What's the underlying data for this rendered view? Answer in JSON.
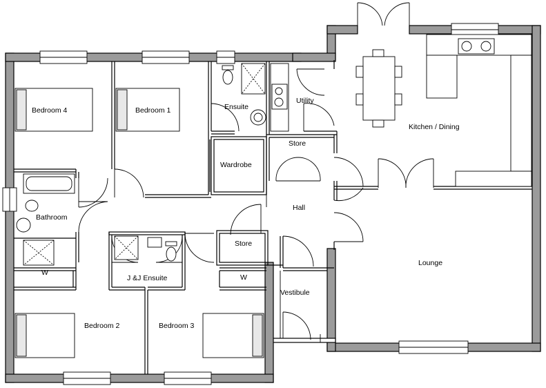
{
  "rooms": {
    "bedroom4": "Bedroom 4",
    "bedroom1": "Bedroom 1",
    "ensuite": "Ensuite",
    "utility": "Utility",
    "kitchen_dining": "Kitchen / Dining",
    "store_upper": "Store",
    "wardrobe": "Wardrobe",
    "bathroom": "Bathroom",
    "hall": "Hall",
    "store_lower": "Store",
    "jj_ensuite": "J &J Ensuite",
    "w_left": "W",
    "w_right": "W",
    "lounge": "Lounge",
    "vestibule": "Vestibule",
    "bedroom2": "Bedroom 2",
    "bedroom3": "Bedroom 3"
  },
  "colors": {
    "wall_fill": "#9b9b9b",
    "line": "#000000",
    "background": "#ffffff"
  }
}
